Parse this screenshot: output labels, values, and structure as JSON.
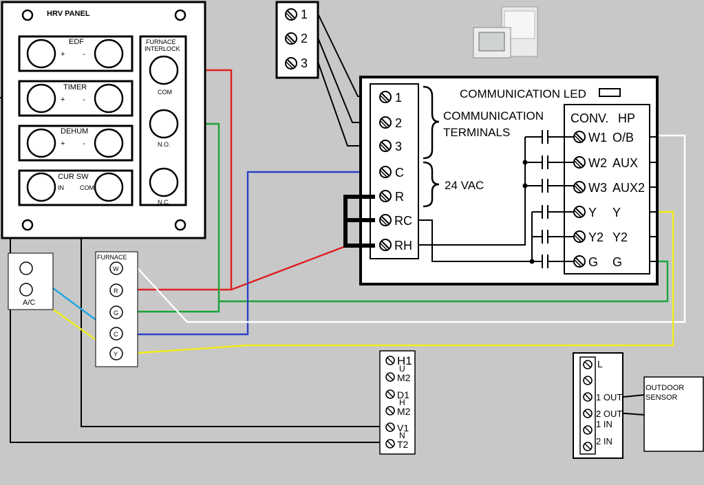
{
  "colors": {
    "background": "#c8c8c8",
    "red": "#e01e1e",
    "green": "#1aa339",
    "blue": "#2a3fc8",
    "yellow": "#f2ec1a",
    "white": "#ffffff",
    "cyan": "#1aa6e0",
    "black": "#000000"
  },
  "hrv": {
    "title": "HRV  PANEL",
    "edf": {
      "label": "EDF",
      "plus": "+",
      "minus": "-"
    },
    "timer": {
      "label": "TIMER",
      "plus": "+",
      "minus": "-"
    },
    "dehum": {
      "label": "DEHUM",
      "plus": "+",
      "minus": "-"
    },
    "cur_sw": {
      "label": "CUR SW",
      "in": "IN",
      "com": "COM"
    },
    "interlock": {
      "title1": "FURNACE",
      "title2": "INTERLOCK",
      "com": "COM",
      "no": "N.O.",
      "nc": "N.C."
    }
  },
  "top_block": {
    "terminals": [
      "1",
      "2",
      "3"
    ]
  },
  "thermostat": {
    "led_label": "COMMUNICATION LED",
    "comm_label1": "COMMUNICATION",
    "comm_label2": "TERMINALS",
    "vac_label": "24 VAC",
    "left_terminals": [
      "1",
      "2",
      "3",
      "C",
      "R",
      "RC",
      "RH"
    ],
    "conv_header": "CONV.",
    "hp_header": "HP",
    "right_rows": [
      {
        "conv": "W1",
        "hp": "O/B"
      },
      {
        "conv": "W2",
        "hp": "AUX"
      },
      {
        "conv": "W3",
        "hp": "AUX2"
      },
      {
        "conv": "Y",
        "hp": "Y"
      },
      {
        "conv": "Y2",
        "hp": "Y2"
      },
      {
        "conv": "G",
        "hp": "G"
      }
    ]
  },
  "ac": {
    "label": "A/C"
  },
  "furnace": {
    "label": "FURNACE",
    "terminals": [
      "W",
      "R",
      "G",
      "C",
      "Y"
    ]
  },
  "hum_block": {
    "terminals": [
      "H1",
      "M2",
      "D1",
      "M2",
      "V1",
      "T2"
    ],
    "sub_letters": [
      "U",
      "H",
      "N"
    ]
  },
  "sensor_block": {
    "terminals": [
      "L",
      "",
      "1 OUT",
      "2 OUT",
      "1 IN",
      "2 IN"
    ]
  },
  "outdoor_sensor": {
    "line1": "OUTDOOR",
    "line2": "SENSOR"
  }
}
